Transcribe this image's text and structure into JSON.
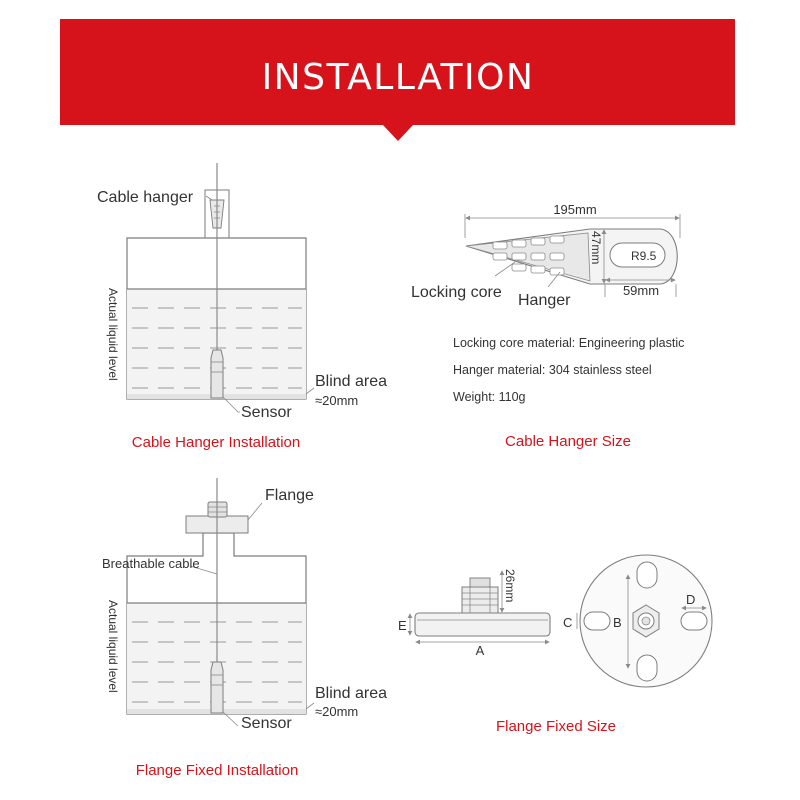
{
  "header": {
    "title": "INSTALLATION",
    "bg_color": "#d6131b"
  },
  "colors": {
    "caption": "#d6131b",
    "line": "#7d7d7d",
    "text": "#333333"
  },
  "panels": {
    "hanger_install": {
      "cable_hanger": "Cable hanger",
      "liquid_level": "Actual liquid level",
      "blind_area": "Blind area",
      "blind_value": "≈20mm",
      "sensor": "Sensor",
      "caption": "Cable Hanger Installation"
    },
    "hanger_size": {
      "length": "195mm",
      "height": "47mm",
      "radius": "R9.5",
      "width": "59mm",
      "locking_core": "Locking core",
      "hanger": "Hanger",
      "spec_core": "Locking core material: Engineering plastic",
      "spec_hanger": "Hanger material: 304 stainless steel",
      "spec_weight": "Weight: 110g",
      "caption": "Cable Hanger Size"
    },
    "flange_install": {
      "flange": "Flange",
      "breathable_cable": "Breathable cable",
      "liquid_level": "Actual liquid level",
      "blind_area": "Blind area",
      "blind_value": "≈20mm",
      "sensor": "Sensor",
      "caption": "Flange Fixed Installation"
    },
    "flange_size": {
      "height": "26mm",
      "dim_e": "E",
      "dim_a": "A",
      "dim_b": "B",
      "dim_c": "C",
      "dim_d": "D",
      "caption": "Flange Fixed Size"
    }
  }
}
